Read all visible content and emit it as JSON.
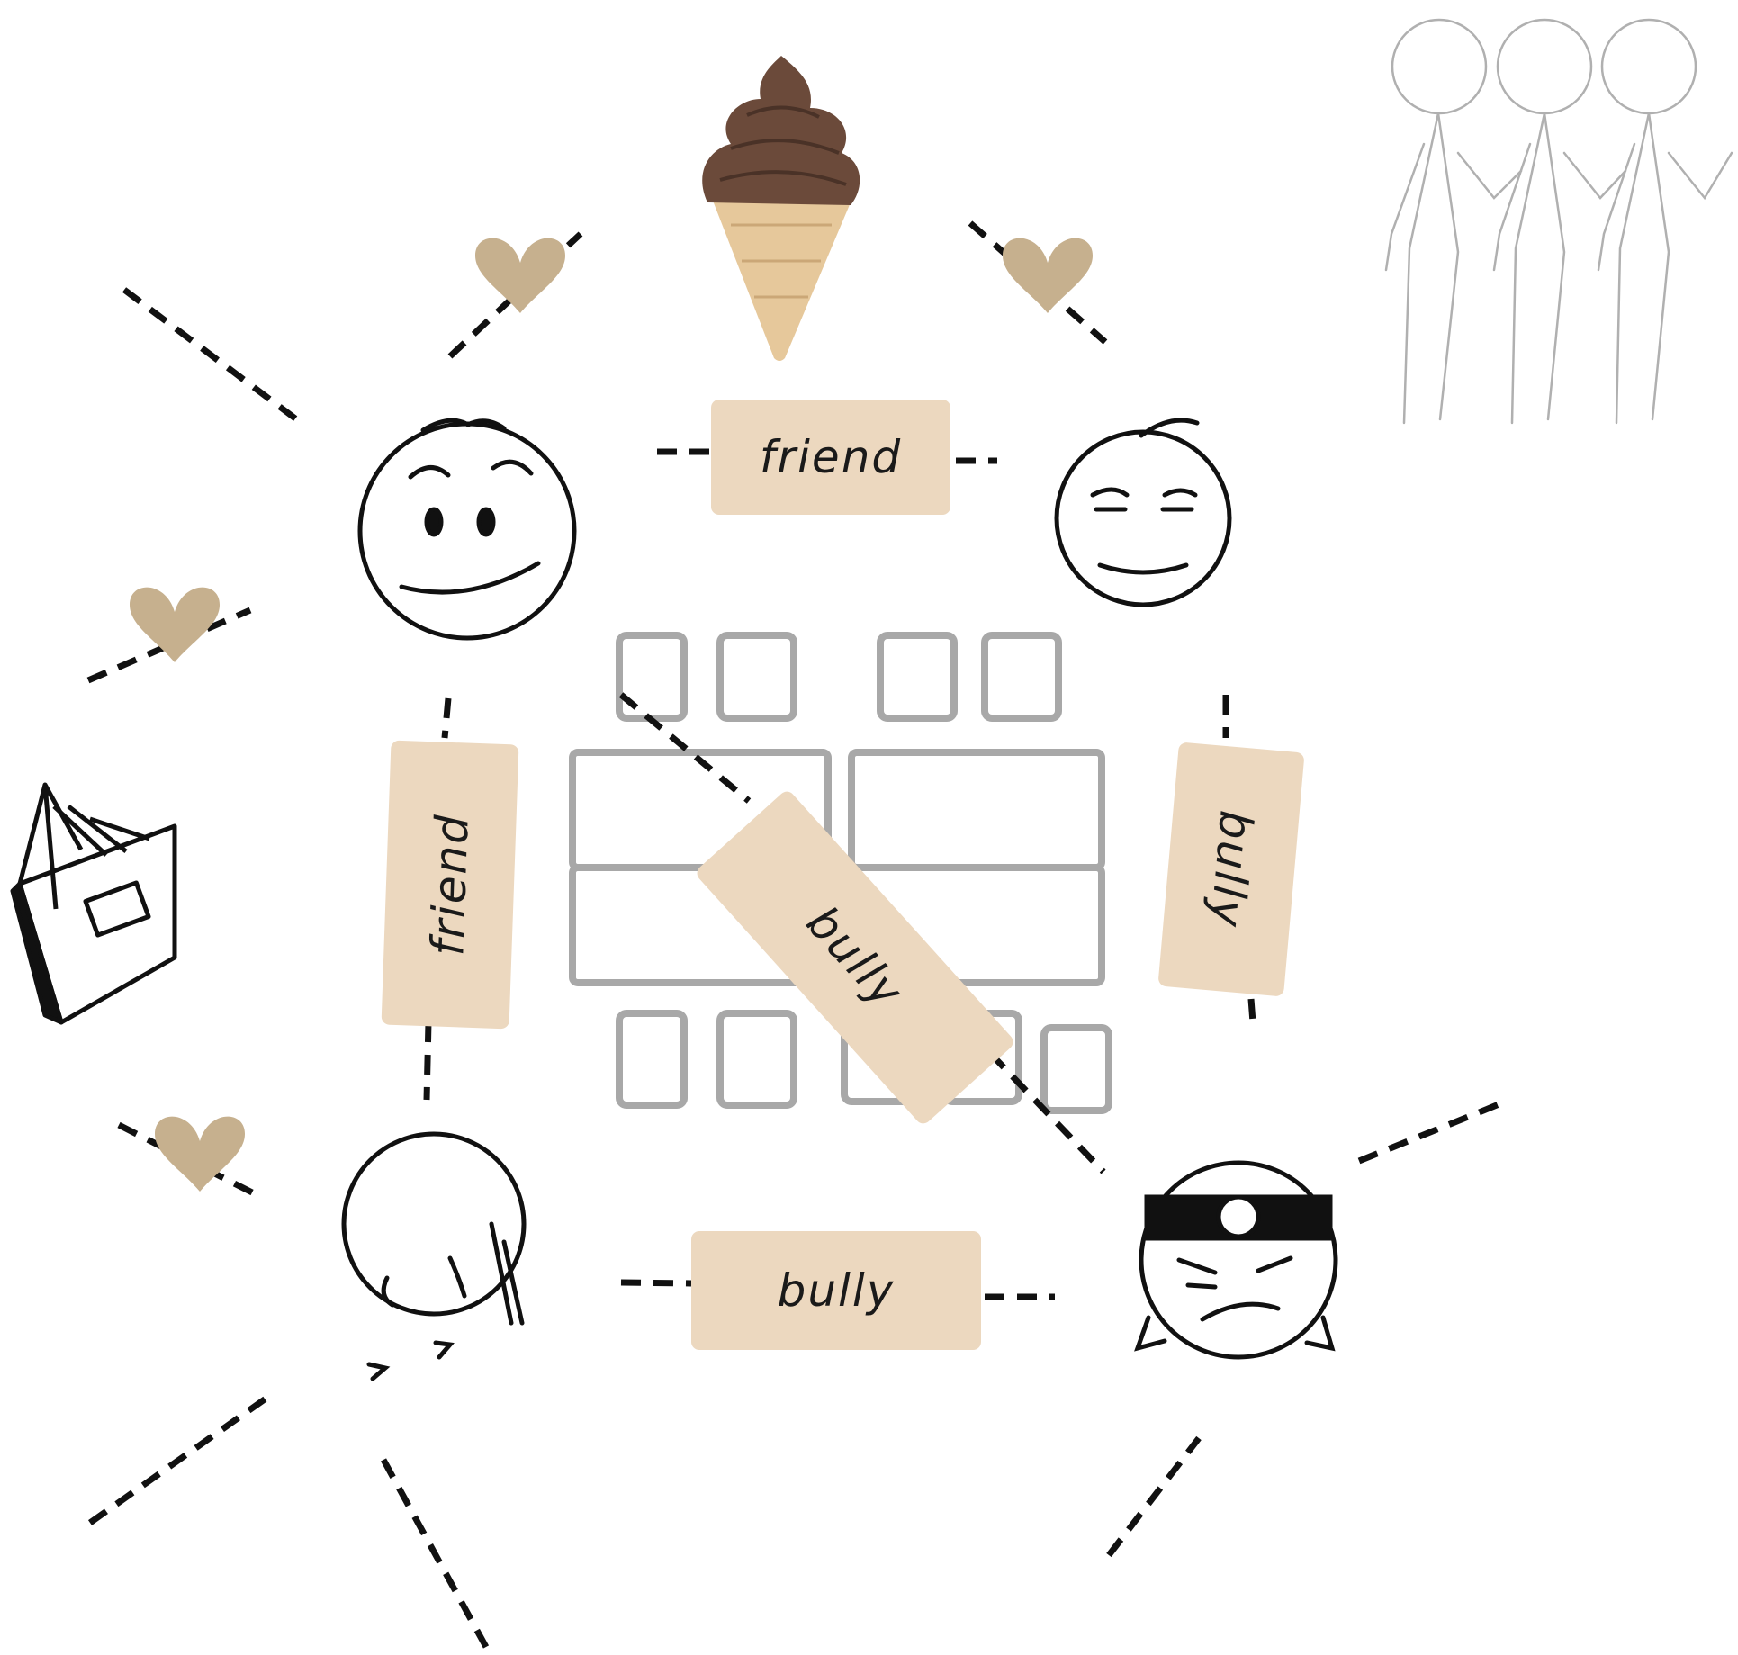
{
  "labels": {
    "top": "friend",
    "left": "friend",
    "center": "bully",
    "right": "bully",
    "bottom": "bully"
  },
  "colors": {
    "label_fill": "#ecd8bf",
    "heart": "#c6b08e",
    "line": "#111111",
    "desk_outline": "#a8a8a8",
    "ice_cream": "#6b4a3a",
    "cone": "#e6c89b"
  },
  "icons": [
    "ice-cream-icon",
    "heart-icon",
    "book-icon",
    "smiling-face-icon",
    "content-face-icon",
    "crying-face-icon",
    "angry-face-icon",
    "stick-figures-group-icon",
    "classroom-desks-icon"
  ]
}
